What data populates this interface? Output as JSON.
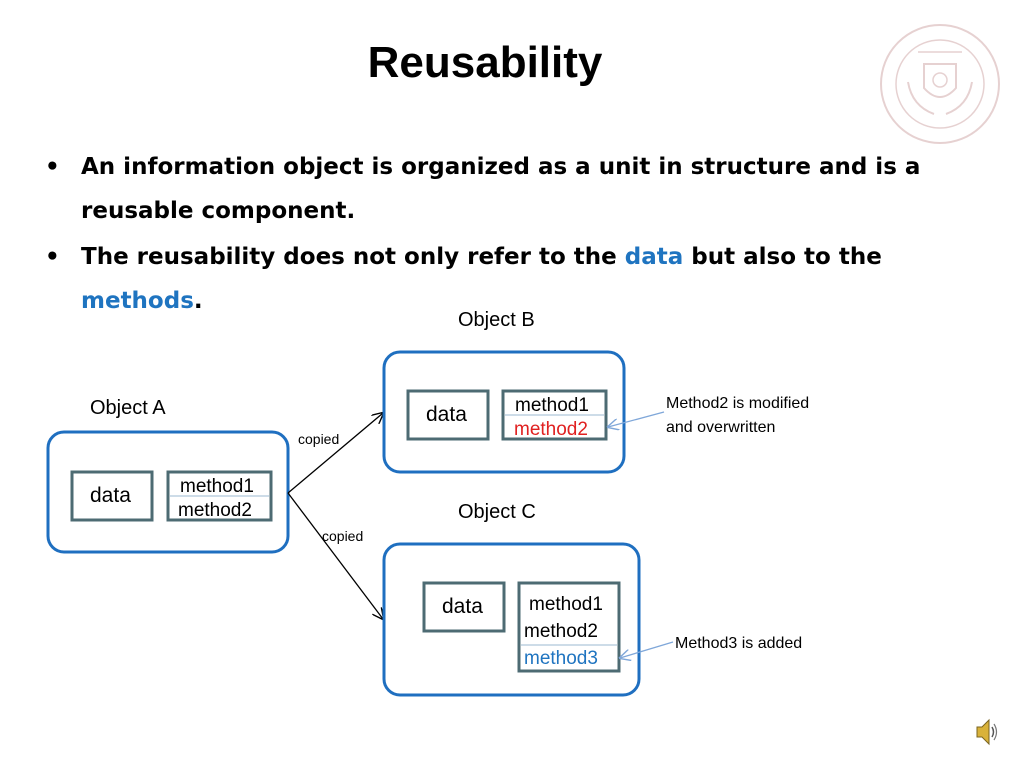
{
  "slide": {
    "title": "Reusability",
    "bullets": [
      {
        "dot": "•",
        "before": "An information object is organized as a unit in structure and is a reusable component.",
        "highlight1": "",
        "middle": "",
        "highlight2": "",
        "after": ""
      },
      {
        "dot": "•",
        "before": "The reusability does not only refer to the ",
        "highlight1": "data",
        "middle": " but also to the ",
        "highlight2": "methods",
        "after": "."
      }
    ]
  },
  "diagram": {
    "objectA": {
      "label": "Object  A",
      "data": "data",
      "method1": "method1",
      "method2": "method2"
    },
    "objectB": {
      "label": "Object  B",
      "data": "data",
      "method1": "method1",
      "method2": "method2"
    },
    "objectC": {
      "label": "Object  C",
      "data": "data",
      "method1": "method1",
      "method2": "method2",
      "method3": "method3"
    },
    "arrow_label_b": "copied",
    "arrow_label_c": "copied",
    "note_b_line1": "Method2 is modified",
    "note_b_line2": "and overwritten",
    "note_c": "Method3 is added"
  },
  "colors": {
    "box_border": "#1f6fc0",
    "inner_border": "#4d6b73",
    "modified": "#e02020",
    "added": "#1f74c0",
    "callout": "#7fa7d9"
  },
  "icons": {
    "seal": "university-seal-icon",
    "speaker": "speaker-icon"
  }
}
